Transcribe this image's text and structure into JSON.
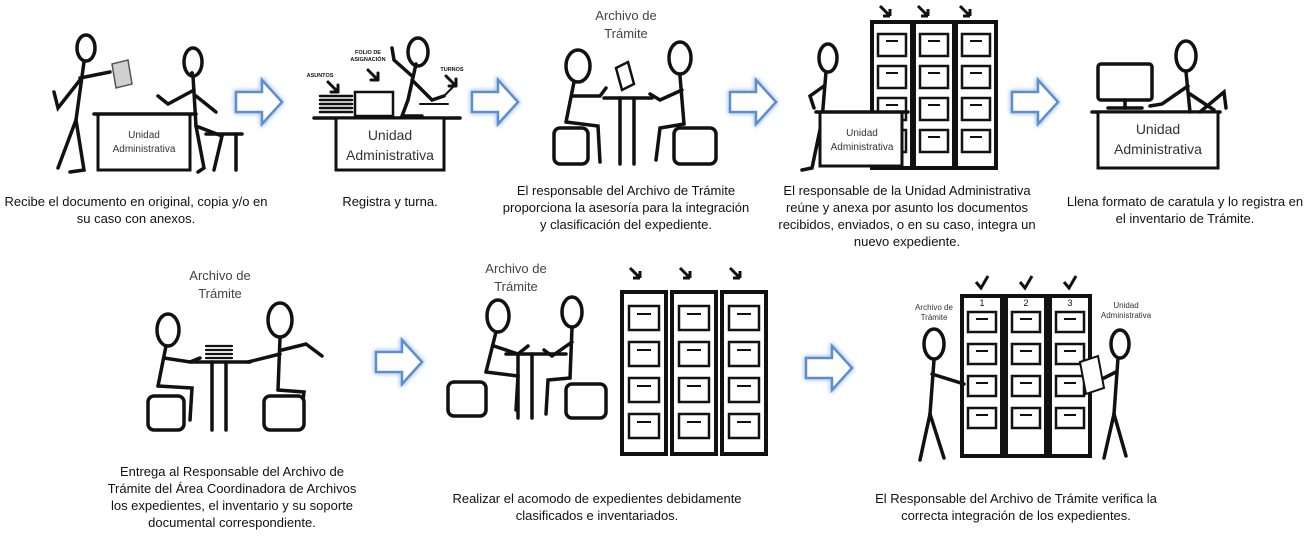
{
  "steps": {
    "s1": {
      "caption": "Recibe el documento en original, copia y/o en su caso con anexos.",
      "desk_line1": "Unidad",
      "desk_line2": "Administrativa"
    },
    "s2": {
      "caption": "Registra y turna.",
      "desk_line1": "Unidad",
      "desk_line2": "Administrativa",
      "folio_line1": "FOLIO DE",
      "folio_line2": "ASIGNACIÓN",
      "asuntos": "ASUNTOS",
      "turnos": "TURNOS"
    },
    "s3": {
      "caption": "El responsable del Archivo de Trámite proporciona la asesoría para la integración y clasificación del expediente.",
      "title_line1": "Archivo de",
      "title_line2": "Trámite"
    },
    "s4": {
      "caption": "El responsable de la Unidad Administrativa reúne y anexa por asunto los documentos recibidos, enviados, o en su caso, integra un nuevo expediente.",
      "desk_line1": "Unidad",
      "desk_line2": "Administrativa"
    },
    "s5": {
      "caption": "Llena formato de caratula y lo registra en el inventario de Trámite.",
      "desk_line1": "Unidad",
      "desk_line2": "Administrativa"
    },
    "s6": {
      "caption": "Entrega al Responsable del Archivo de Trámite del Área Coordinadora de Archivos los expedientes, el inventario y su soporte documental correspondiente.",
      "title_line1": "Archivo de",
      "title_line2": "Trámite"
    },
    "s7": {
      "caption": "Realizar el acomodo de expedientes debidamente clasificados e inventariados.",
      "title_line1": "Archivo de",
      "title_line2": "Trámite"
    },
    "s8": {
      "caption": "El Responsable del Archivo de Trámite verifica la correcta integración de los expedientes.",
      "left_line1": "Archivo de",
      "left_line2": "Trámite",
      "right_line1": "Unidad",
      "right_line2": "Administrativa",
      "cab1": "1",
      "cab2": "2",
      "cab3": "3"
    }
  }
}
